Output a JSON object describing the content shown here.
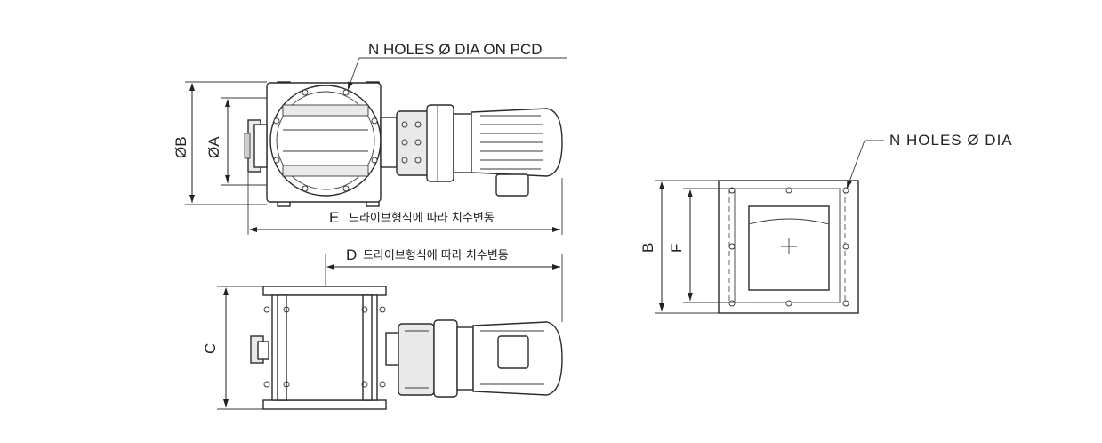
{
  "labels": {
    "callout_holes_pcd": "N HOLES Ø DIA ON PCD",
    "callout_holes": "N HOLES Ø DIA",
    "dim_B": "ØB",
    "dim_A": "ØA",
    "dim_E": "E",
    "dim_E_note": "드라이브형식에 따라 치수변동",
    "dim_D": "D",
    "dim_D_note": "드라이브형식에 따라 치수변동",
    "dim_C": "C",
    "dim_flange_B": "B",
    "dim_flange_F": "F"
  }
}
